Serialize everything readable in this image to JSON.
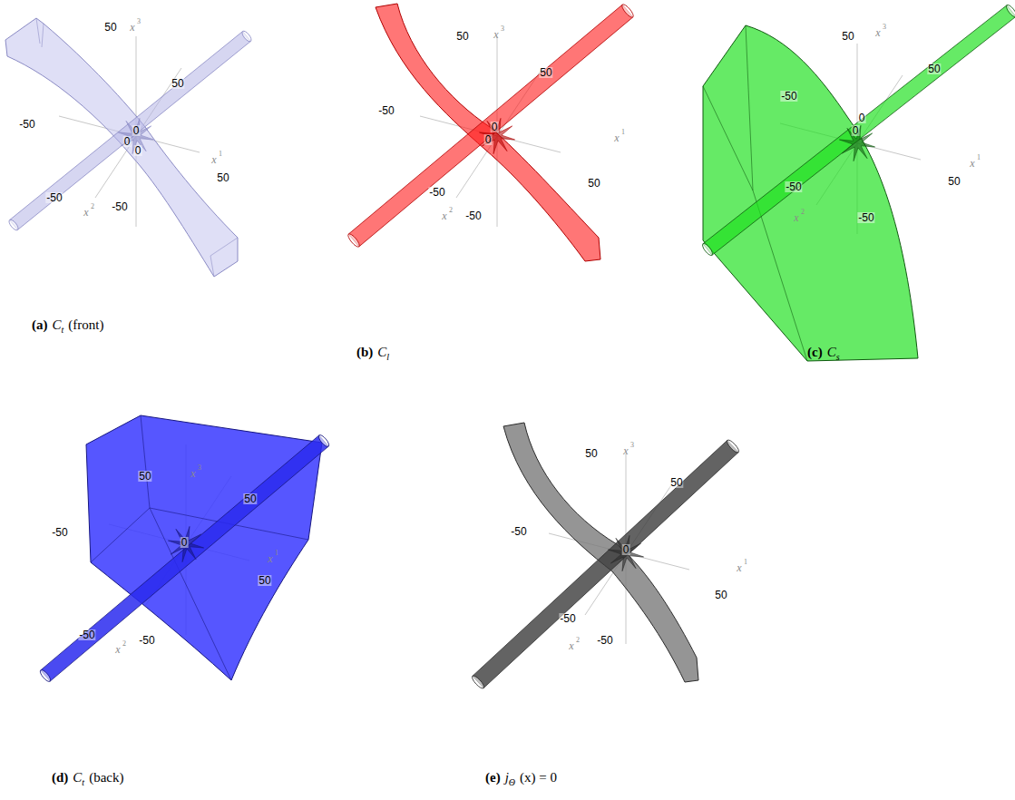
{
  "diagram": {
    "labels": [
      "50",
      "x",
      "3",
      "50",
      "-50",
      "0",
      "0",
      "0",
      "x",
      "1",
      "50",
      "-50",
      "x",
      "2",
      "-50",
      "(a)",
      "C",
      "t",
      "(front)",
      "50",
      "x",
      "3",
      "50",
      "-50",
      "0",
      "0",
      "x",
      "1",
      "50",
      "-50",
      "x",
      "2",
      "-50",
      "(b)",
      "C",
      "l",
      "50",
      "x",
      "3",
      "50",
      "-50",
      "0",
      "0",
      "x",
      "1",
      "50",
      "-50",
      "x",
      "2",
      "-50",
      "(c)",
      "C",
      "s",
      "50",
      "x",
      "3",
      "50",
      "-50",
      "0",
      "x",
      "1",
      "50",
      "-50",
      "x",
      "2",
      "-50",
      "(d)",
      "C",
      "t",
      "(back)",
      "50",
      "x",
      "3",
      "50",
      "-50",
      "0",
      "x",
      "1",
      "50",
      "-50",
      "x",
      "2",
      "-50",
      "(e)",
      "j",
      "Θ",
      "(x) = 0"
    ]
  }
}
